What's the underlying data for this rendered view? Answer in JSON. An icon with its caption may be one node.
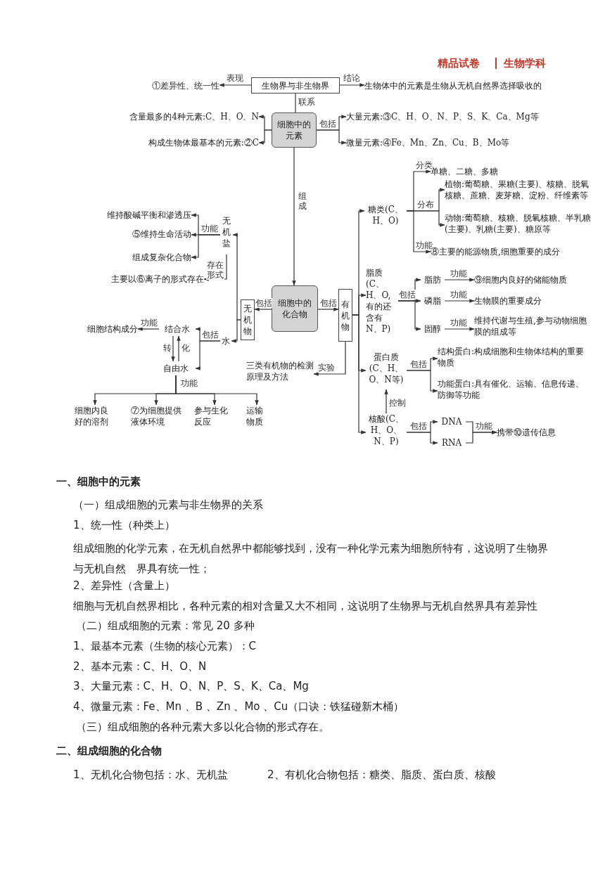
{
  "diagram": {
    "nodes": [
      {
        "text": [
          "生物界与非生物界"
        ]
      },
      {
        "text": [
          "①差异性、统一性"
        ]
      },
      {
        "text": [
          "生物体中的元素是生物从无机自然界选择吸收的"
        ]
      },
      {
        "text": [
          "细胞中的元素"
        ]
      },
      {
        "text": [
          "含量最多的4种元素:C、H、O、N"
        ]
      },
      {
        "text": [
          "构成生物体最基本的元素:②C"
        ]
      },
      {
        "text": [
          "大量元素:③C、H、O、N、P、S、K、Ca、Mg等"
        ]
      },
      {
        "text": [
          "微量元素:④Fe、Mn、Zn、Cu、B、Mo等"
        ]
      },
      {
        "text": [
          "细胞中的化合物"
        ]
      },
      {
        "text": [
          "无机物"
        ]
      },
      {
        "text": [
          "有机物"
        ]
      },
      {
        "text": [
          "无机盐"
        ]
      },
      {
        "text": [
          "维持酸碱平衡和渗透压"
        ]
      },
      {
        "text": [
          "⑤维持生命活动"
        ]
      },
      {
        "text": [
          "组成复杂化合物"
        ]
      },
      {
        "text": [
          "主要以⑥离子的形式存在"
        ]
      },
      {
        "text": [
          "水"
        ]
      },
      {
        "text": [
          "结合水"
        ]
      },
      {
        "text": [
          "自由水"
        ]
      },
      {
        "text": [
          "细胞结构成分"
        ]
      },
      {
        "text": [
          "细胞内良好的溶剂"
        ]
      },
      {
        "text": [
          "⑦为细胞提供液体环境"
        ]
      },
      {
        "text": [
          "参与生化反应"
        ]
      },
      {
        "text": [
          "运输物质"
        ]
      },
      {
        "text": [
          "三类有机物的检测原理及方法"
        ]
      },
      {
        "text": [
          "糖类(C、H、O)"
        ]
      },
      {
        "text": [
          "单糖、二糖、多糖"
        ]
      },
      {
        "text": [
          "植物:葡萄糖、果糖(主要)、核糖、脱氧核糖、蔗糖、麦芽糖、淀粉、纤维素等"
        ]
      },
      {
        "text": [
          "动物:葡萄糖、核糖、脱氧核糖、半乳糖(主要)、乳糖(主要)、糖原等"
        ]
      },
      {
        "text": [
          "⑧主要的能源物质,细胞重要的成分"
        ]
      },
      {
        "text": [
          "脂质(C、H、O,有的还含有N、P)"
        ]
      },
      {
        "text": [
          "脂肪"
        ]
      },
      {
        "text": [
          "⑨细胞内良好的储能物质"
        ]
      },
      {
        "text": [
          "磷脂"
        ]
      },
      {
        "text": [
          "生物膜的重要成分"
        ]
      },
      {
        "text": [
          "固醇"
        ]
      },
      {
        "text": [
          "维持代谢与生殖,参与动物细胞膜的组成等"
        ]
      },
      {
        "text": [
          "蛋白质(C、H、O、N等)"
        ]
      },
      {
        "text": [
          "结构蛋白:构成细胞和生物体结构的重要物质"
        ]
      },
      {
        "text": [
          "功能蛋白:具有催化、运输、信息传递、防御等功能"
        ]
      },
      {
        "text": [
          "核酸(C、H、O、N、P)"
        ]
      },
      {
        "text": [
          "DNA"
        ]
      },
      {
        "text": [
          "RNA"
        ]
      },
      {
        "text": [
          "携带⑩遗传信息"
        ]
      }
    ],
    "edges": [
      {
        "from": 0,
        "to": 1,
        "arrow": "to",
        "label": "表现"
      },
      {
        "from": 0,
        "to": 2,
        "arrow": "to",
        "label": "结论"
      },
      {
        "from": 0,
        "to": 3,
        "arrow": "none",
        "label": "联系"
      },
      {
        "from": 3,
        "to": 4,
        "arrow": "to"
      },
      {
        "from": 3,
        "to": 5,
        "arrow": "to"
      },
      {
        "from": 3,
        "to": 6,
        "arrow": "to",
        "label": "包括"
      },
      {
        "from": 3,
        "to": 7,
        "arrow": "to"
      },
      {
        "from": 3,
        "to": 8,
        "arrow": "to",
        "label": "组成"
      },
      {
        "from": 8,
        "to": 9,
        "arrow": "to",
        "label": "包括"
      },
      {
        "from": 8,
        "to": 10,
        "arrow": "to",
        "label": "包括"
      },
      {
        "from": 9,
        "to": 11,
        "arrow": "to"
      },
      {
        "from": 9,
        "to": 16,
        "arrow": "to"
      },
      {
        "from": 11,
        "to": 12,
        "arrow": "to"
      },
      {
        "from": 11,
        "to": 13,
        "arrow": "to",
        "label": "功能"
      },
      {
        "from": 11,
        "to": 14,
        "arrow": "to"
      },
      {
        "from": 11,
        "to": 15,
        "arrow": "to",
        "label": "存在形式"
      },
      {
        "from": 16,
        "to": 17,
        "arrow": "to",
        "label": "包括"
      },
      {
        "from": 16,
        "to": 18,
        "arrow": "to"
      },
      {
        "from": 17,
        "to": 19,
        "arrow": "to",
        "label": "功能"
      },
      {
        "from": 17,
        "to": 18,
        "arrow": "to",
        "label": "转"
      },
      {
        "from": 18,
        "to": 17,
        "arrow": "to",
        "label": "化"
      },
      {
        "from": 18,
        "to": 20,
        "arrow": "to",
        "label": "功能"
      },
      {
        "from": 18,
        "to": 21,
        "arrow": "to"
      },
      {
        "from": 18,
        "to": 22,
        "arrow": "to"
      },
      {
        "from": 18,
        "to": 23,
        "arrow": "to"
      },
      {
        "from": 10,
        "to": 24,
        "arrow": "to",
        "label": "实验"
      },
      {
        "from": 10,
        "to": 25,
        "arrow": "to"
      },
      {
        "from": 10,
        "to": 30,
        "arrow": "to"
      },
      {
        "from": 10,
        "to": 37,
        "arrow": "to"
      },
      {
        "from": 10,
        "to": 40,
        "arrow": "to"
      },
      {
        "from": 25,
        "to": 26,
        "arrow": "to",
        "label": "分类"
      },
      {
        "from": 25,
        "to": 27,
        "arrow": "to",
        "label": "分布"
      },
      {
        "from": 25,
        "to": 28,
        "arrow": "to"
      },
      {
        "from": 25,
        "to": 29,
        "arrow": "to",
        "label": "功能"
      },
      {
        "from": 30,
        "to": 31,
        "arrow": "to",
        "label": "包括"
      },
      {
        "from": 30,
        "to": 33,
        "arrow": "to"
      },
      {
        "from": 30,
        "to": 35,
        "arrow": "to"
      },
      {
        "from": 31,
        "to": 32,
        "arrow": "to",
        "label": "功能"
      },
      {
        "from": 33,
        "to": 34,
        "arrow": "to",
        "label": "功能"
      },
      {
        "from": 35,
        "to": 36,
        "arrow": "to",
        "label": "功能"
      },
      {
        "from": 37,
        "to": 38,
        "arrow": "to",
        "label": "包括"
      },
      {
        "from": 37,
        "to": 39,
        "arrow": "to"
      },
      {
        "from": 40,
        "to": 37,
        "arrow": "to",
        "label": "控制"
      },
      {
        "from": 40,
        "to": 41,
        "arrow": "to",
        "label": "包括"
      },
      {
        "from": 40,
        "to": 42,
        "arrow": "to"
      },
      {
        "from": 41,
        "to": 43,
        "arrow": "to",
        "label": "功能"
      },
      {
        "from": 42,
        "to": 43,
        "arrow": "to"
      }
    ],
    "labels": [
      "精品试卷",
      "生物学科",
      "一、细胞中的元素",
      "（一）组成细胞的元素与非生物界的关系",
      "1、统一性（种类上）",
      "组成细胞的化学元素，在无机自然界中都能够找到，没有一种化学元素为细胞所特有，这说明了生物界与无机自然　界具有统一性；",
      "2、差异性（含量上）",
      "细胞与无机自然界相比，各种元素的相对含量又大不相同，这说明了生物界与无机自然界具有差异性",
      "（二）组成细胞的元素：常见 20 多种",
      "1、最基本元素（生物的核心元素）：C",
      "2、基本元素：C、H、O、N",
      "3、大量元素：C、H、O、N、P、S、K、Ca、Mg",
      "4、微量元素：Fe、Mn 、B 、Zn 、Mo 、Cu（口诀：铁猛碰新木桶）",
      "（三）组成细胞的各种元素大多以化合物的形式存在。",
      "二、组成细胞的化合物",
      "1、无机化合物包括：水、无机盐",
      "2、有机化合物包括：糖类、脂质、蛋白质、核酸"
    ]
  }
}
